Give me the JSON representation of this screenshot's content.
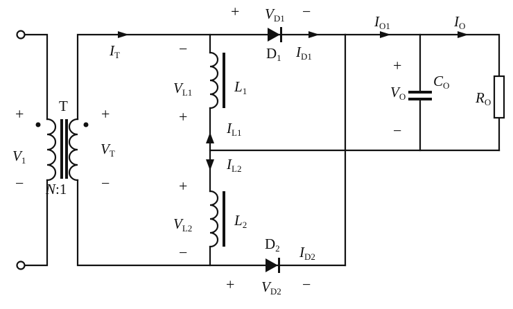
{
  "labels": {
    "v1": {
      "main": "V",
      "sub": "1"
    },
    "vt": {
      "main": "V",
      "sub": "T"
    },
    "it": {
      "main": "I",
      "sub": "T"
    },
    "t": "T",
    "ratio": {
      "main": "N",
      "rest": ":1"
    },
    "vl1": {
      "main": "V",
      "sub": "L1"
    },
    "l1": {
      "main": "L",
      "sub": "1"
    },
    "il1": {
      "main": "I",
      "sub": "L1"
    },
    "il2": {
      "main": "I",
      "sub": "L2"
    },
    "vl2": {
      "main": "V",
      "sub": "L2"
    },
    "l2": {
      "main": "L",
      "sub": "2"
    },
    "vd1": {
      "main": "V",
      "sub": "D1"
    },
    "d1": {
      "main": "D",
      "sub": "1"
    },
    "id1": {
      "main": "I",
      "sub": "D1"
    },
    "io1": {
      "main": "I",
      "sub": "O1"
    },
    "io": {
      "main": "I",
      "sub": "O"
    },
    "vo": {
      "main": "V",
      "sub": "O"
    },
    "co": {
      "main": "C",
      "sub": "O"
    },
    "ro": {
      "main": "R",
      "sub": "O"
    },
    "d2": {
      "main": "D",
      "sub": "2"
    },
    "id2": {
      "main": "I",
      "sub": "D2"
    },
    "vd2": {
      "main": "V",
      "sub": "D2"
    }
  },
  "signs": {
    "plus": "+",
    "minus": "−"
  }
}
